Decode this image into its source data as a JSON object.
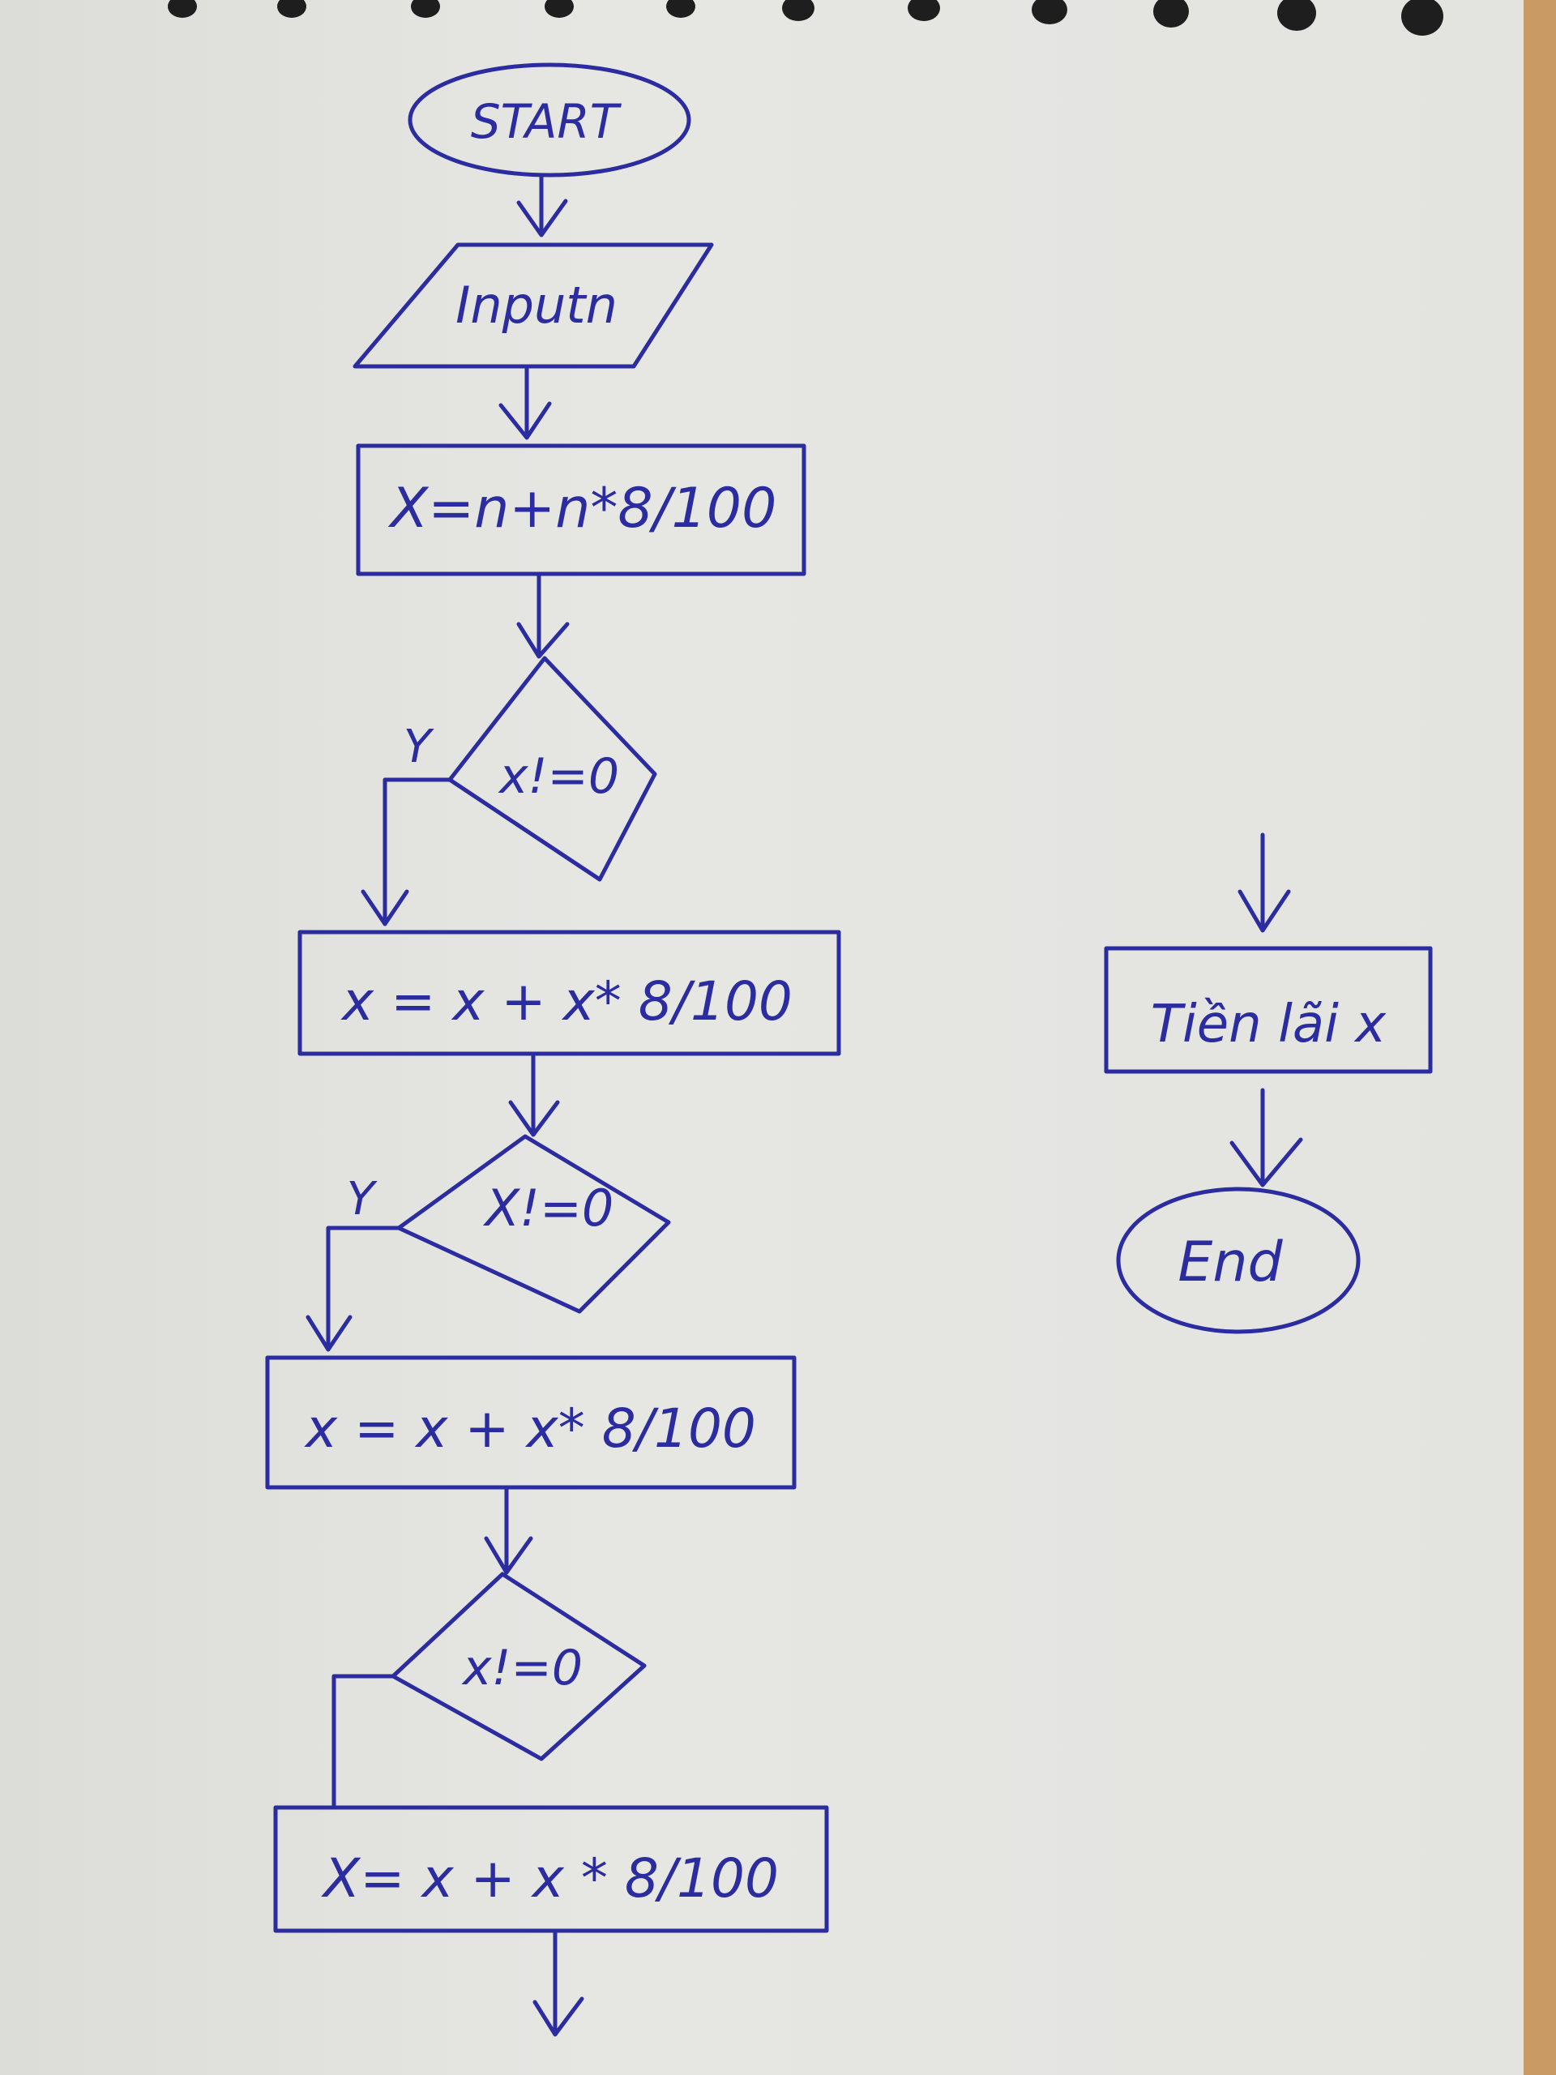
{
  "diagram": {
    "nodes": {
      "start": "START",
      "input": "Inputn",
      "calc1": "X=n+n*8/100",
      "cond1": "x!=0",
      "calc2": "x = x + x* 8/100",
      "cond2": "X!=0",
      "calc3": "x = x + x* 8/100",
      "cond3": "x!=0",
      "calc4": "X= x + x * 8/100",
      "output": "Tiền lãi x",
      "end": "End"
    },
    "labels": {
      "yes1": "Y",
      "yes2": "Y"
    }
  },
  "colors": {
    "ink": "#2b2ca0",
    "paper": "#e3e3e0",
    "desk": "#c99a63"
  }
}
